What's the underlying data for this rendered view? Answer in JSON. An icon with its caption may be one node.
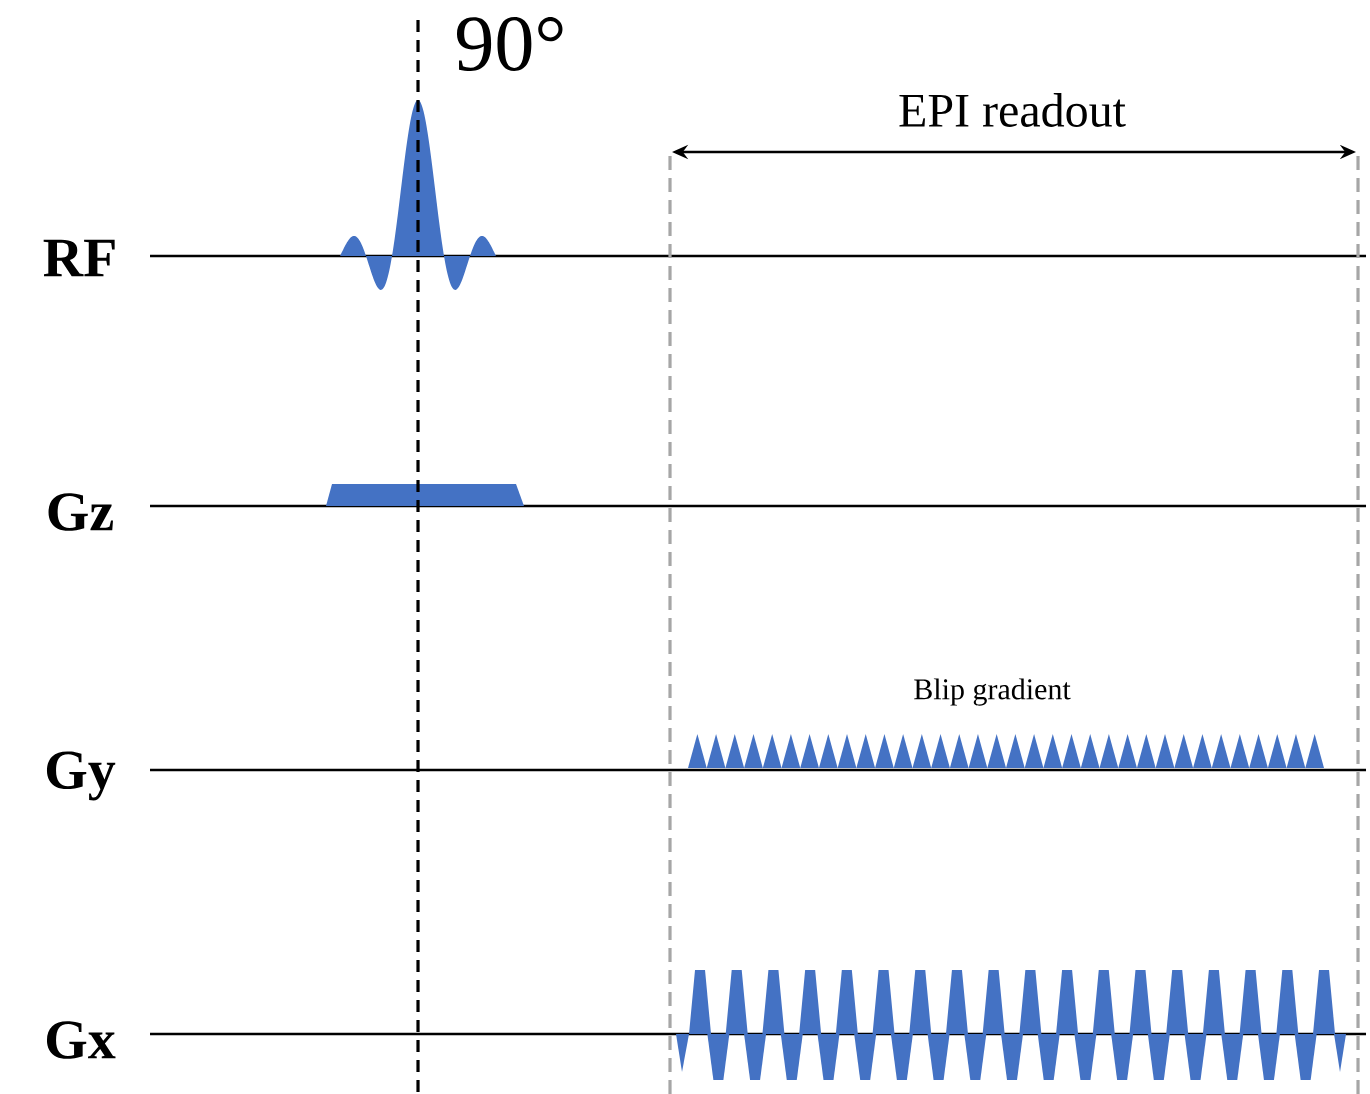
{
  "diagram": {
    "labels": [
      "90°",
      "EPI readout",
      "RF",
      "Gz",
      "Blip gradient",
      "Gy",
      "Gx"
    ]
  }
}
